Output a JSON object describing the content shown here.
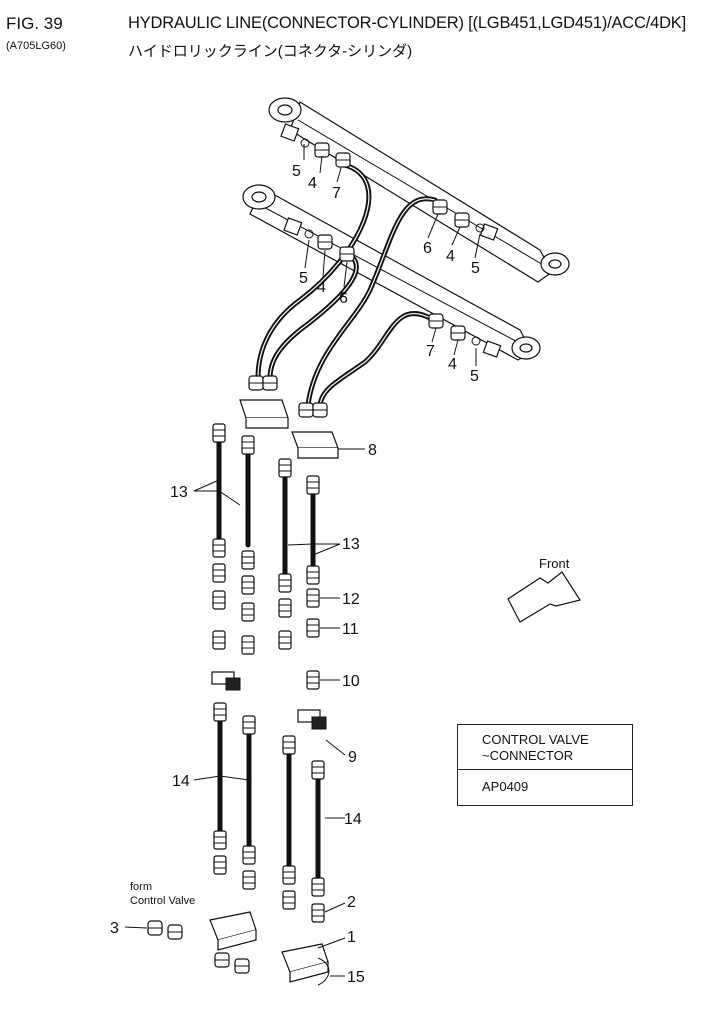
{
  "header": {
    "fig_number": "FIG. 39",
    "fig_code": "(A705LG60)",
    "title_en": "HYDRAULIC LINE(CONNECTOR-CYLINDER) [(LGB451,LGD451)/ACC/4DK]",
    "title_jp": "ハイドロリックライン(コネクタ-シリンダ)"
  },
  "callouts": {
    "c5a": "5",
    "c4a": "4",
    "c7a": "7",
    "c6b": "6",
    "c4b": "4",
    "c5b": "5",
    "c5c": "5",
    "c4c": "4",
    "c6c": "6",
    "c7d": "7",
    "c4d": "4",
    "c5d": "5",
    "c8": "8",
    "c13a": "13",
    "c13b": "13",
    "c12": "12",
    "c11": "11",
    "c10": "10",
    "c9": "9",
    "c14a": "14",
    "c14b": "14",
    "c3": "3",
    "c2": "2",
    "c1": "1",
    "c15": "15"
  },
  "front_label": "Front",
  "from_note": {
    "line1": "form",
    "line2": "Control Valve"
  },
  "info_box": {
    "line1": "CONTROL VALVE",
    "line2": "~CONNECTOR",
    "code": "AP0409"
  }
}
